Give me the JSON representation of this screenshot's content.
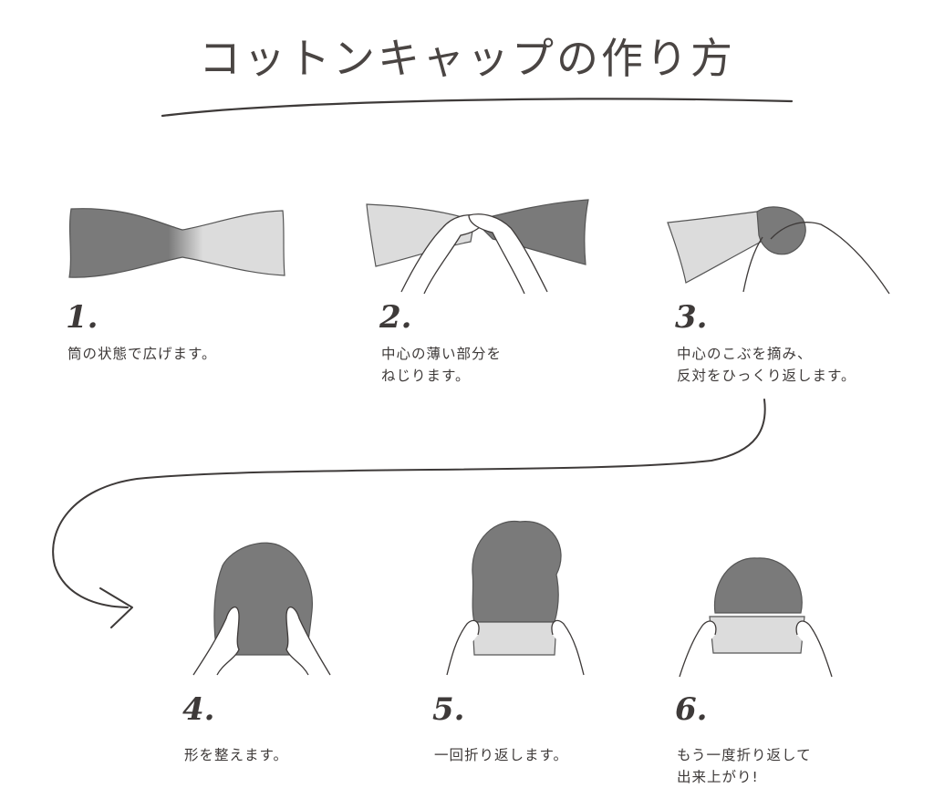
{
  "title": "コットンキャップの作り方",
  "steps": [
    {
      "number": "1.",
      "caption": [
        "筒の状態で広げます。"
      ]
    },
    {
      "number": "2.",
      "caption": [
        "中心の薄い部分を",
        "ねじります。"
      ]
    },
    {
      "number": "3.",
      "caption": [
        "中心のこぶを摘み、",
        "反対をひっくり返します。"
      ]
    },
    {
      "number": "4.",
      "caption": [
        "形を整えます。"
      ]
    },
    {
      "number": "5.",
      "caption": [
        "一回折り返します。"
      ]
    },
    {
      "number": "6.",
      "caption": [
        "もう一度折り返して",
        "出来上がり!"
      ]
    }
  ],
  "colors": {
    "dark": "#7a7a7a",
    "light": "#dcdcdc",
    "line": "#3e3a39"
  }
}
